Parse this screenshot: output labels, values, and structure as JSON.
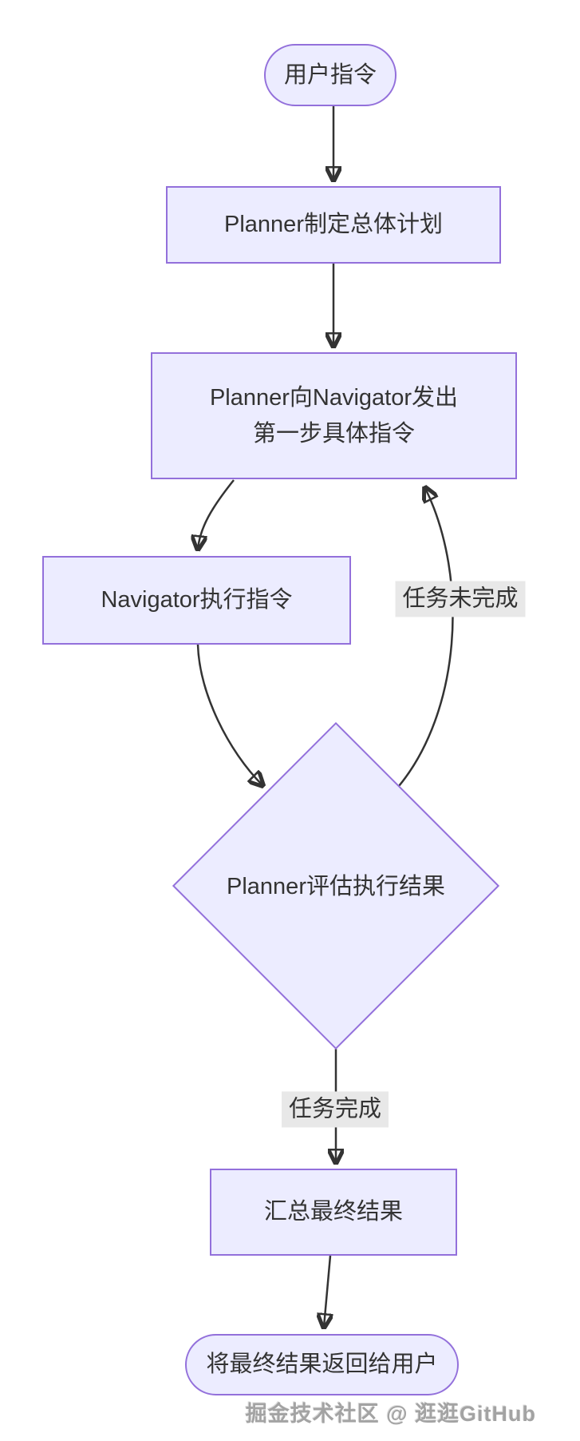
{
  "diagram": {
    "type": "flowchart",
    "direction": "top-down",
    "colors": {
      "node_fill": "#ECECFF",
      "node_border": "#9370DB",
      "node_text": "#333333",
      "edge_stroke": "#333333",
      "edge_label_bg": "#e8e8e8",
      "background": "#ffffff"
    },
    "nodes": [
      {
        "id": "start",
        "shape": "stadium",
        "label": "用户指令"
      },
      {
        "id": "plan",
        "shape": "rect",
        "label": "Planner制定总体计划"
      },
      {
        "id": "instruct",
        "shape": "rect",
        "line1": "Planner向Navigator发出",
        "line2": "第一步具体指令"
      },
      {
        "id": "execute",
        "shape": "rect",
        "label": "Navigator执行指令"
      },
      {
        "id": "evaluate",
        "shape": "diamond",
        "label": "Planner评估执行结果"
      },
      {
        "id": "summary",
        "shape": "rect",
        "label": "汇总最终结果"
      },
      {
        "id": "end",
        "shape": "stadium",
        "label": "将最终结果返回给用户"
      }
    ],
    "edges": [
      {
        "from": "start",
        "to": "plan",
        "label": ""
      },
      {
        "from": "plan",
        "to": "instruct",
        "label": ""
      },
      {
        "from": "instruct",
        "to": "execute",
        "label": ""
      },
      {
        "from": "execute",
        "to": "evaluate",
        "label": ""
      },
      {
        "from": "evaluate",
        "to": "instruct",
        "label": "任务未完成"
      },
      {
        "from": "evaluate",
        "to": "summary",
        "label": "任务完成"
      },
      {
        "from": "summary",
        "to": "end",
        "label": ""
      }
    ],
    "watermark": "掘金技术社区 @ 逛逛GitHub"
  }
}
